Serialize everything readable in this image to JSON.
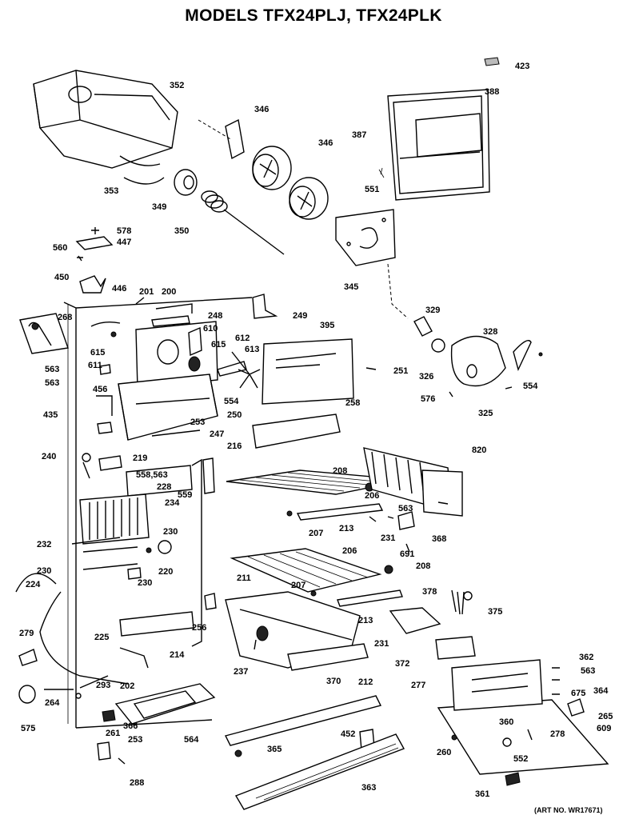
{
  "title": "MODELS TFX24PLJ, TFX24PLK",
  "art_number": "(ART NO. WR17671)",
  "labels": [
    "423",
    "352",
    "346",
    "346",
    "388",
    "387",
    "551",
    "353",
    "349",
    "350",
    "578",
    "447",
    "560",
    "345",
    "450",
    "446",
    "201",
    "200",
    "329",
    "249",
    "248",
    "268",
    "610",
    "615",
    "615",
    "612",
    "613",
    "395",
    "328",
    "611",
    "563",
    "251",
    "563",
    "326",
    "554",
    "576",
    "554",
    "325",
    "456",
    "250",
    "258",
    "435",
    "253",
    "247",
    "240",
    "219",
    "216",
    "820",
    "558,563",
    "228",
    "208",
    "206",
    "559",
    "234",
    "563",
    "213",
    "207",
    "230",
    "231",
    "368",
    "232",
    "691",
    "206",
    "220",
    "208",
    "230",
    "230",
    "224",
    "211",
    "207",
    "378",
    "375",
    "213",
    "256",
    "279",
    "225",
    "214",
    "372",
    "231",
    "237",
    "362",
    "563",
    "212",
    "277",
    "370",
    "293",
    "675",
    "364",
    "202",
    "265",
    "264",
    "575",
    "360",
    "609",
    "366",
    "278",
    "452",
    "261",
    "253",
    "260",
    "564",
    "365",
    "552",
    "288",
    "363",
    "361"
  ]
}
